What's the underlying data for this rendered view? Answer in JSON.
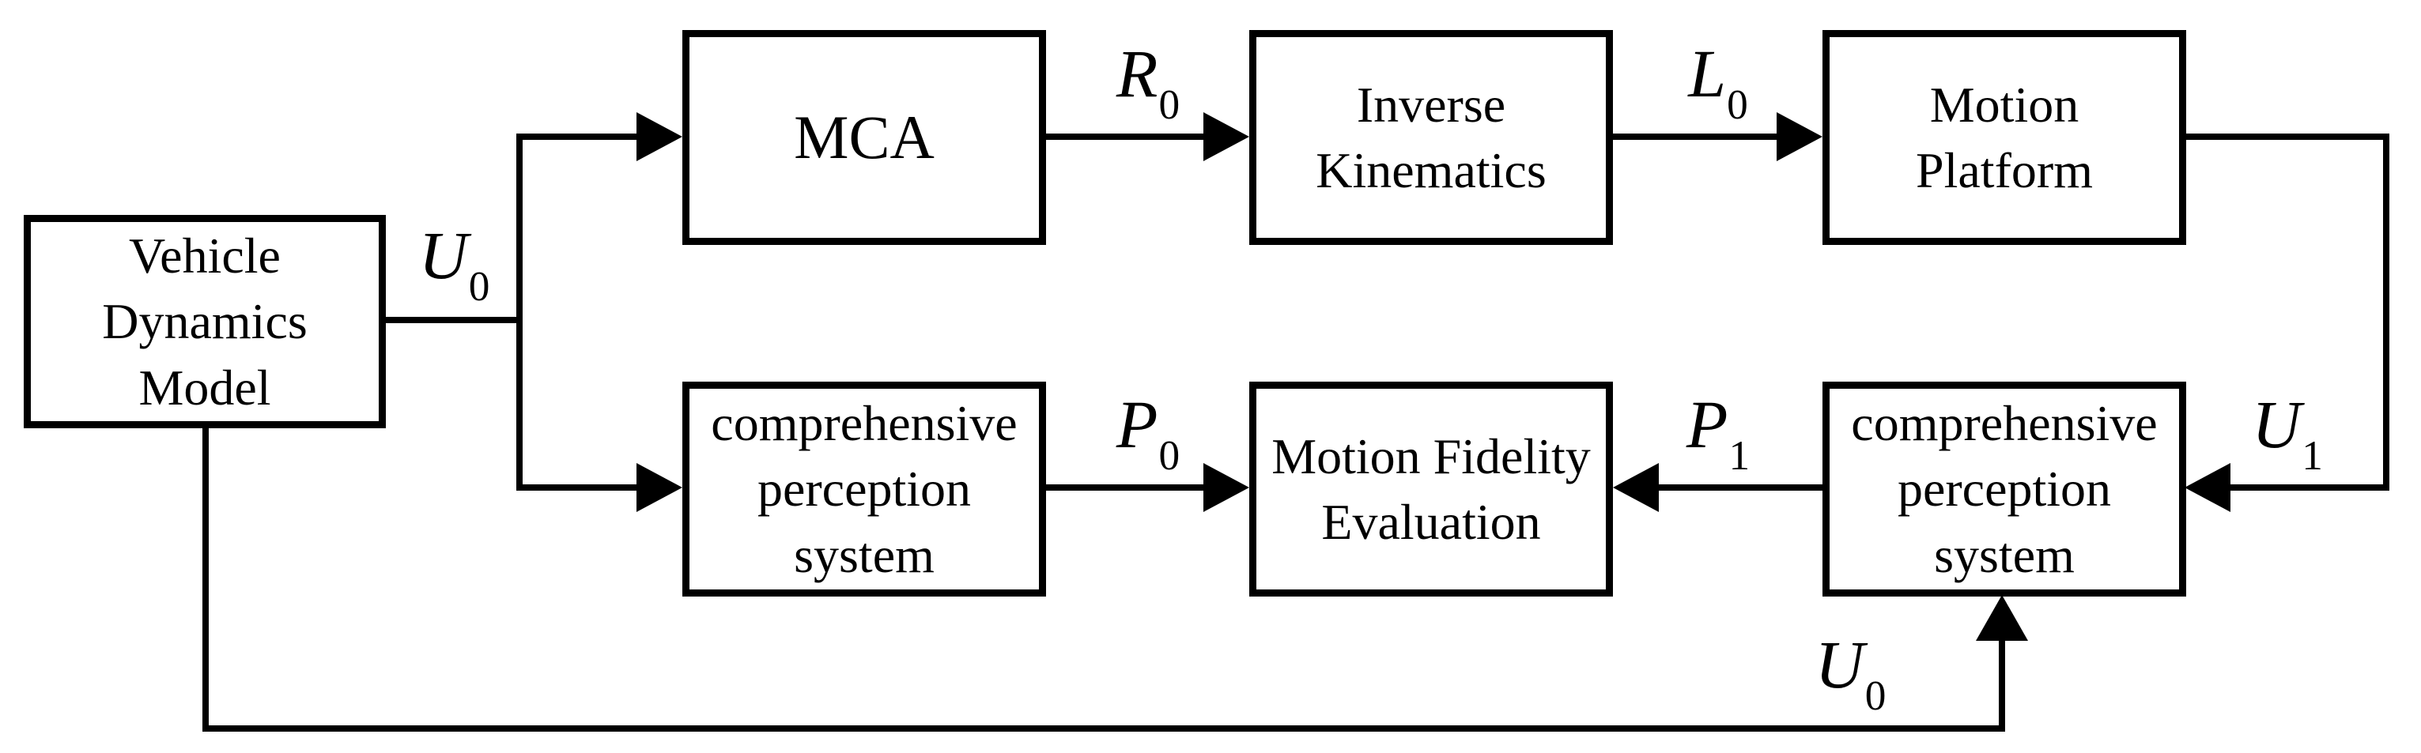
{
  "boxes": {
    "vehicle_dynamics": "Vehicle\nDynamics\nModel",
    "mca": "MCA",
    "inverse_kinematics": "Inverse\nKinematics",
    "motion_platform": "Motion\nPlatform",
    "perception_left": "comprehensive\nperception\nsystem",
    "motion_fidelity": "Motion Fidelity\nEvaluation",
    "perception_right": "comprehensive\nperception\nsystem"
  },
  "signals": {
    "u0_main": {
      "base": "U",
      "sub": "0"
    },
    "r0": {
      "base": "R",
      "sub": "0"
    },
    "l0": {
      "base": "L",
      "sub": "0"
    },
    "u1": {
      "base": "U",
      "sub": "1"
    },
    "p0": {
      "base": "P",
      "sub": "0"
    },
    "p1": {
      "base": "P",
      "sub": "1"
    },
    "u0_feedback": {
      "base": "U",
      "sub": "0"
    }
  },
  "colors": {
    "line": "#000000",
    "background": "#ffffff"
  }
}
